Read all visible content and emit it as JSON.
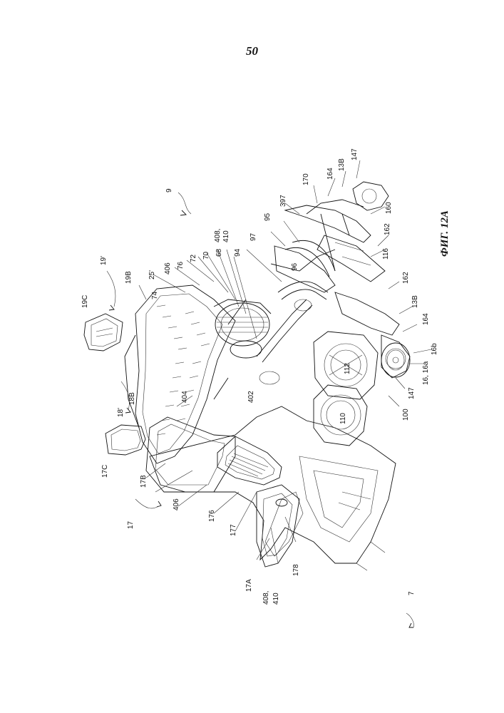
{
  "page": {
    "number": "50"
  },
  "figure": {
    "caption": "ФИГ. 12А"
  },
  "labels": {
    "l9": "9",
    "l19p": "19'",
    "l19C": "19C",
    "l19B": "19B",
    "l25p": "25'",
    "l406a": "406",
    "l76": "76",
    "l74": "74",
    "l72": "72",
    "l70": "70",
    "l68": "68",
    "l408a": "408,",
    "l410a": "410",
    "l94": "94",
    "l97": "97",
    "l95": "95",
    "l397": "397",
    "l170": "170",
    "l164a": "164",
    "l13Ba": "13B",
    "l147a": "147",
    "l160": "160",
    "l162a": "162",
    "l116": "116",
    "l96": "96",
    "l162b": "162",
    "l13Bb": "13B",
    "l164b": "164",
    "l16b": "16b",
    "l16a": "16, 16a",
    "l147b": "147",
    "l100": "100",
    "l110": "110",
    "l112": "112",
    "l402": "402",
    "l404": "404",
    "l18p": "18'",
    "l18B": "18B",
    "l17C": "17C",
    "l17B": "17B",
    "l17": "17",
    "l406b": "406",
    "l176": "176",
    "l177": "177",
    "l17A": "17A",
    "l408b": "408,",
    "l410b": "410",
    "l178": "178",
    "l7": "7"
  }
}
